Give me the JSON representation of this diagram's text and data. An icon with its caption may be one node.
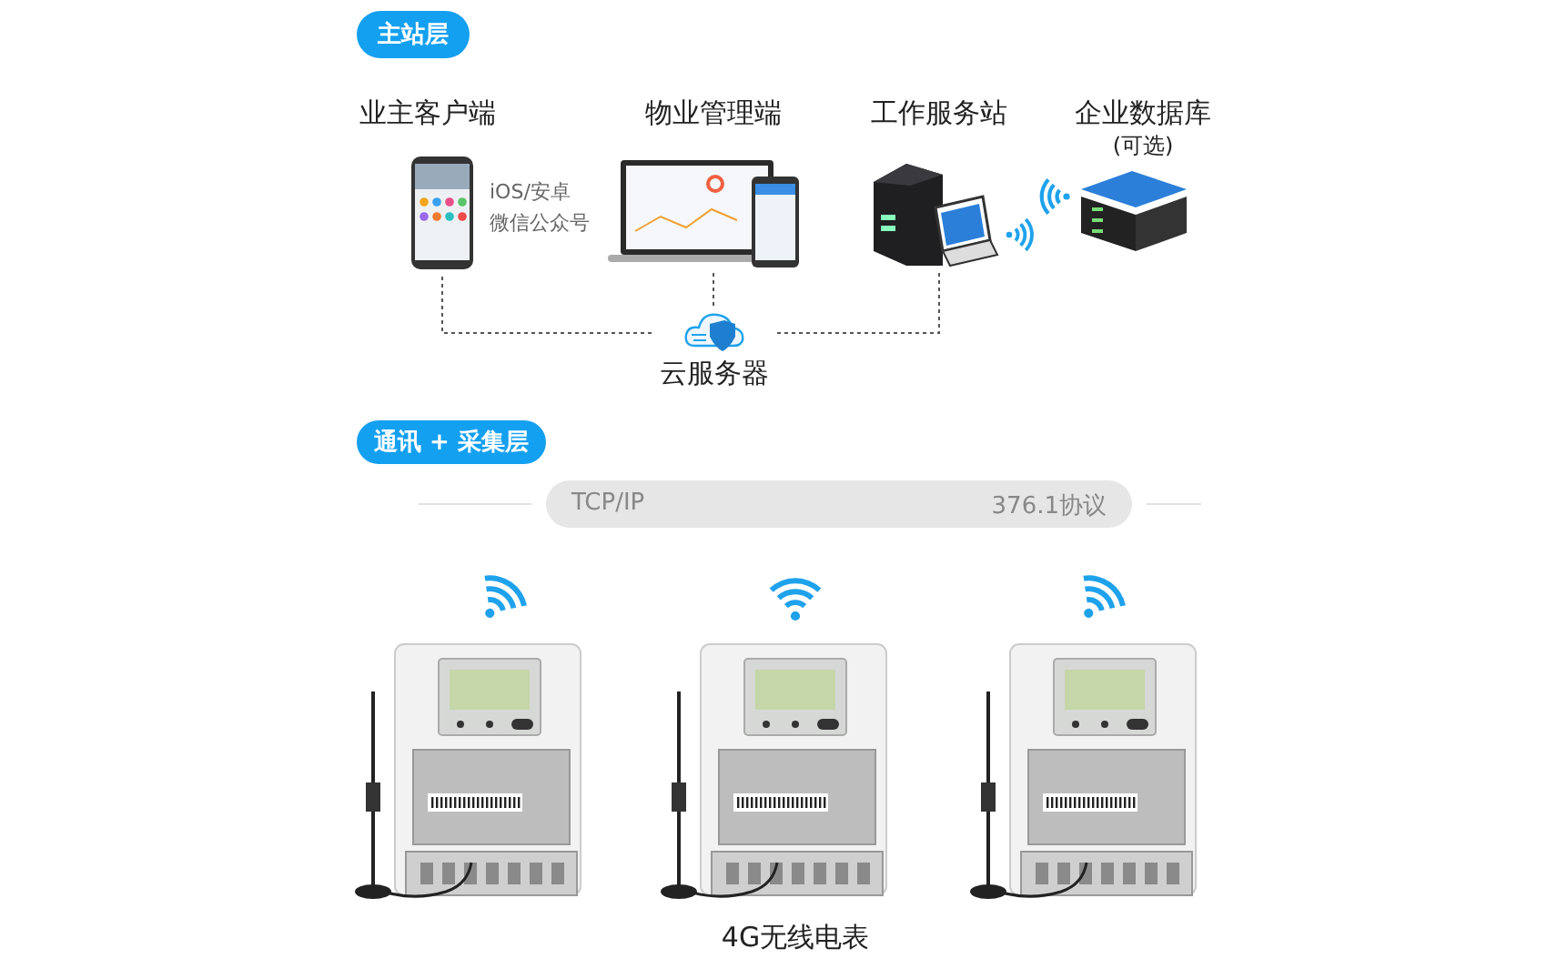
{
  "diagram": {
    "nodes": [
      {
        "text": [
          "主站层"
        ]
      },
      {
        "text": [
          "业主客户端"
        ],
        "beside": [
          "iOS/安卓",
          "微信公众号"
        ]
      },
      {
        "text": [
          "物业管理端"
        ]
      },
      {
        "text": [
          "工作服务站"
        ]
      },
      {
        "text": [
          "企业数据库",
          "(可选)"
        ]
      },
      {
        "text": [
          "云服务器"
        ]
      },
      {
        "text": [
          "通讯 + 采集层"
        ]
      },
      {
        "text": [
          "TCP/IP",
          "376.1协议"
        ]
      },
      {
        "text": [],
        "shape": "picture"
      },
      {
        "text": [],
        "shape": "picture"
      },
      {
        "text": [],
        "shape": "picture"
      }
    ],
    "edges": [
      {
        "from": 1,
        "to": 5,
        "arrow": "none",
        "style": "dashed"
      },
      {
        "from": 2,
        "to": 5,
        "arrow": "none",
        "style": "dashed"
      },
      {
        "from": 3,
        "to": 5,
        "arrow": "none",
        "style": "dashed"
      }
    ],
    "labels": [
      "4G无线电表"
    ]
  }
}
